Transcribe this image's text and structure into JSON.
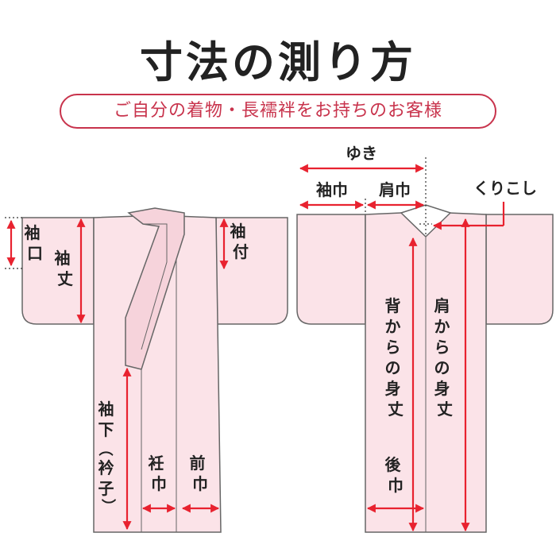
{
  "title": "寸法の測り方",
  "subtitle": "ご自分の着物・長襦袢をお持ちのお客様",
  "labels": {
    "sodeguchi": "袖口",
    "sodetake": "袖丈",
    "sodetsuke": "袖付",
    "sodeshita": "袖下（衿子）",
    "okumihaba": "衽巾",
    "maehaba": "前巾",
    "yuki": "ゆき",
    "sodehaba": "袖巾",
    "katahaba": "肩巾",
    "kurikoshi": "くりこし",
    "senaka_mitake": "背からの身丈",
    "kata_mitake": "肩からの身丈",
    "ushirohaba": "後巾"
  },
  "colors": {
    "garment_fill": "#fbe3e8",
    "garment_stroke": "#666666",
    "arrow": "#e8222f",
    "accent": "#c8334c"
  }
}
